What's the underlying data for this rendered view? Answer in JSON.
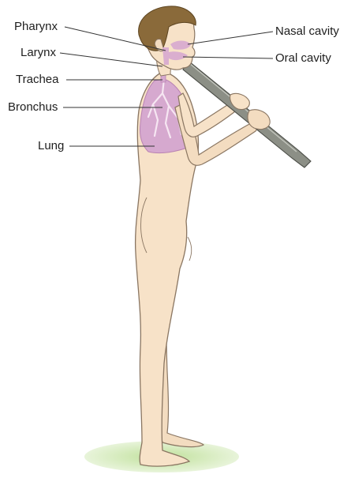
{
  "labels": {
    "pharynx": "Pharynx",
    "larynx": "Larynx",
    "trachea": "Trachea",
    "bronchus": "Bronchus",
    "lung": "Lung",
    "nasal_cavity": "Nasal cavity",
    "oral_cavity": "Oral cavity"
  },
  "colors": {
    "skin": "#f7e2c8",
    "skin_outline": "#8a7662",
    "hair": "#8a6a3a",
    "lung": "#d6a9cf",
    "lung_dark": "#b983b3",
    "instrument": "#8c8f86",
    "instrument_outline": "#4a4c46",
    "ground": "#cfe6b0",
    "leader_line": "#333333"
  },
  "icons": [
    "nasal-cavity-highlight",
    "oral-cavity-highlight",
    "reed-instrument"
  ]
}
